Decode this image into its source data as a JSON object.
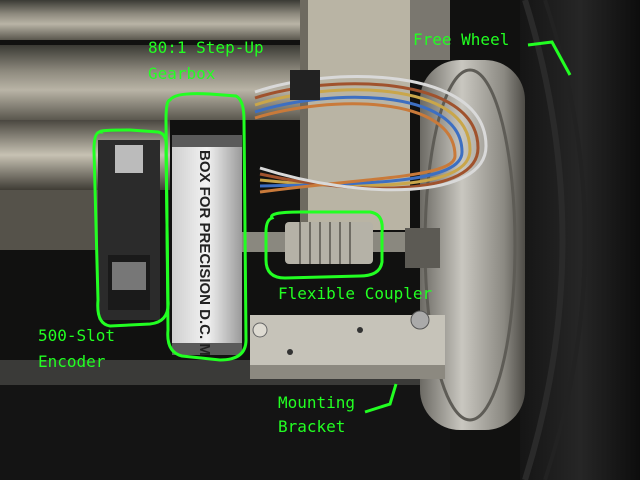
{
  "photo": {
    "label_color": "#22ff22",
    "annotations": {
      "gearbox": {
        "line1": "80:1 Step-Up",
        "line2": "Gearbox"
      },
      "free_wheel": "Free Wheel",
      "coupler": "Flexible Coupler",
      "encoder": {
        "line1": "500-Slot",
        "line2": "Encoder"
      },
      "bracket": {
        "line1": "Mounting",
        "line2": "Bracket"
      }
    },
    "motor_label_text": "BOX FOR PRECISION D.C. M"
  }
}
